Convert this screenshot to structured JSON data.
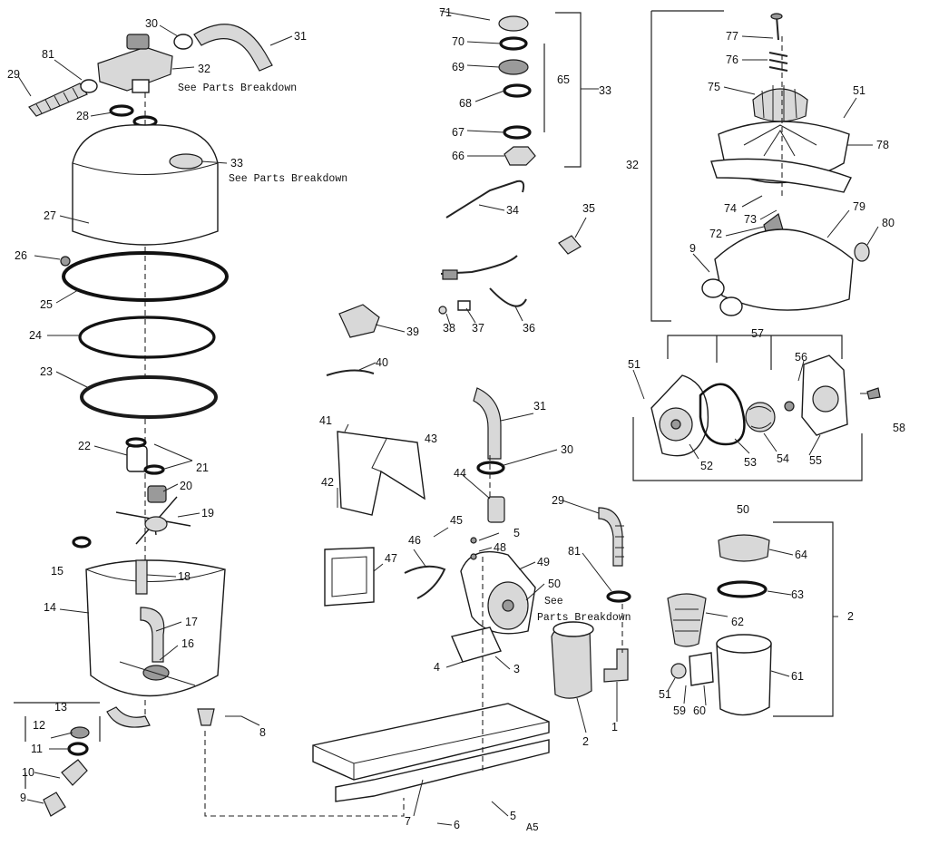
{
  "diagram": {
    "notes": {
      "see_parts_a": "See Parts Breakdown",
      "see_parts_b": "See Parts Breakdown",
      "see_parts_c1": "See",
      "see_parts_c2": "Parts Breakdown",
      "figure_code": "A5"
    },
    "callouts": [
      "81",
      "29",
      "30",
      "31",
      "32",
      "28",
      "33",
      "27",
      "26",
      "25",
      "24",
      "23",
      "22",
      "21",
      "20",
      "19",
      "15",
      "18",
      "14",
      "17",
      "16",
      "13",
      "12",
      "11",
      "10",
      "9",
      "8",
      "71",
      "70",
      "69",
      "68",
      "67",
      "66",
      "65",
      "33",
      "34",
      "35",
      "36",
      "37",
      "38",
      "39",
      "40",
      "41",
      "42",
      "43",
      "31",
      "30",
      "44",
      "45",
      "5",
      "46",
      "47",
      "48",
      "49",
      "50",
      "4",
      "3",
      "1",
      "2",
      "7",
      "6",
      "5",
      "29",
      "81",
      "77",
      "76",
      "75",
      "51",
      "78",
      "32",
      "74",
      "73",
      "72",
      "79",
      "80",
      "9",
      "57",
      "56",
      "51",
      "58",
      "52",
      "53",
      "54",
      "55",
      "50",
      "64",
      "63",
      "62",
      "2",
      "51",
      "59",
      "60",
      "61"
    ]
  }
}
